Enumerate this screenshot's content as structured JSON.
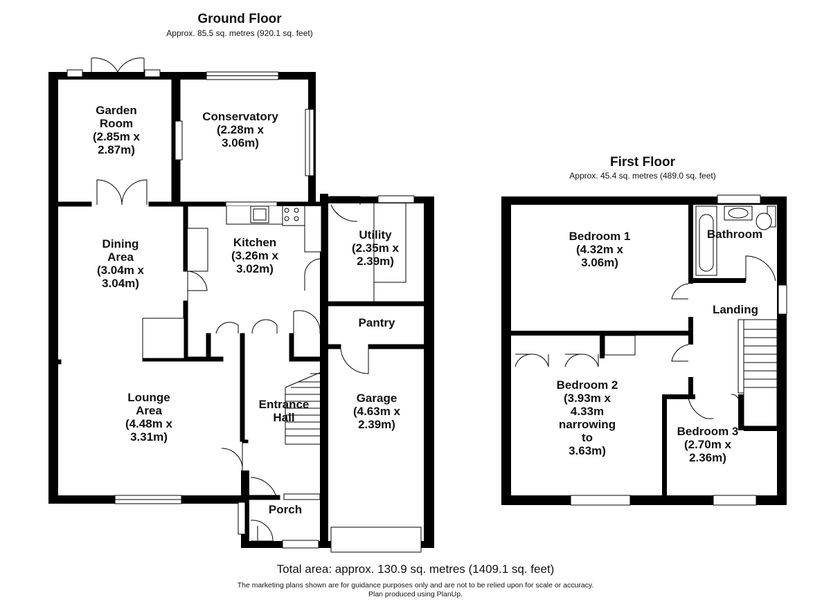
{
  "ground_floor": {
    "title": "Ground Floor",
    "area": "Approx. 85.5 sq. metres (920.1 sq. feet)",
    "rooms": {
      "garden_room": [
        "Garden",
        "Room",
        "(2.85m x",
        "2.87m)"
      ],
      "conservatory": [
        "Conservatory",
        "(2.28m x",
        "3.06m)"
      ],
      "dining_area": [
        "Dining",
        "Area",
        "(3.04m x",
        "3.04m)"
      ],
      "kitchen": [
        "Kitchen",
        "(3.26m x",
        "3.02m)"
      ],
      "utility": [
        "Utility",
        "(2.35m x",
        "2.39m)"
      ],
      "pantry": [
        "Pantry"
      ],
      "lounge_area": [
        "Lounge",
        "Area",
        "(4.48m x",
        "3.31m)"
      ],
      "entrance_hall": [
        "Entrance",
        "Hall"
      ],
      "garage": [
        "Garage",
        "(4.63m x",
        "2.39m)"
      ],
      "porch": [
        "Porch"
      ]
    }
  },
  "first_floor": {
    "title": "First Floor",
    "area": "Approx. 45.4 sq. metres (489.0 sq. feet)",
    "rooms": {
      "bedroom_1": [
        "Bedroom 1",
        "(4.32m x",
        "3.06m)"
      ],
      "bathroom": [
        "Bathroom"
      ],
      "landing": [
        "Landing"
      ],
      "bedroom_2": [
        "Bedroom 2",
        "(3.93m x",
        "4.33m",
        "narrowing",
        "to",
        "3.63m)"
      ],
      "bedroom_3": [
        "Bedroom 3",
        "(2.70m x",
        "2.36m)"
      ]
    }
  },
  "footer": {
    "total_area": "Total area: approx. 130.9 sq. metres (1409.1 sq. feet)",
    "disclaimer_1": "The marketing plans shown are for guidance purposes only and are not to be relied upon for scale or accuracy.",
    "disclaimer_2": "Plan produced using PlanUp."
  }
}
